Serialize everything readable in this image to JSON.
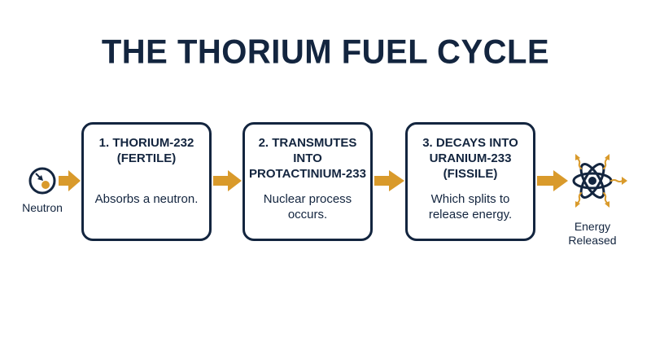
{
  "title": "THE THORIUM FUEL CYCLE",
  "input": {
    "label": "Neutron",
    "icon": "neutron-icon"
  },
  "steps": [
    {
      "title": "1. THORIUM-232 (FERTILE)",
      "body": "Absorbs a neutron."
    },
    {
      "title": "2. TRANSMUTES INTO PROTACTINIUM-233",
      "body": "Nuclear process occurs."
    },
    {
      "title": "3. DECAYS INTO URANIUM-233 (FISSILE)",
      "body": "Which splits to release energy."
    }
  ],
  "output": {
    "label": "Energy Released",
    "icon": "atom-energy-icon"
  },
  "colors": {
    "navy": "#13253f",
    "accent": "#d99a2b",
    "background": "#ffffff"
  }
}
